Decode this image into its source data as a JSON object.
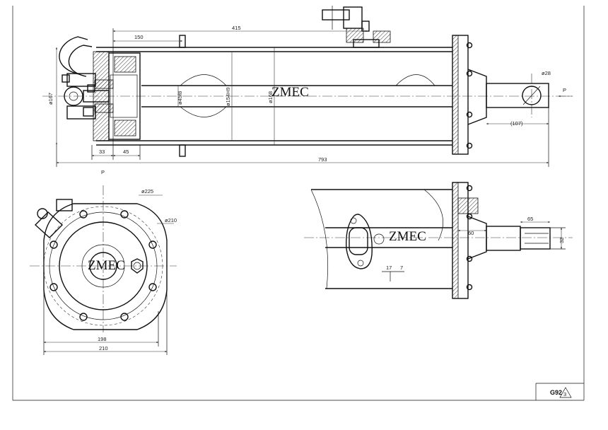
{
  "watermarks": {
    "main": "ZMEC",
    "side": "ZMEC",
    "end": "ZMEC"
  },
  "dimensions": {
    "d150": "150",
    "d415": "415",
    "d167": "ø167",
    "d45f8": "ø45f8",
    "d154h9": "ø154H9",
    "d168": "ø168",
    "d28": "ø28",
    "port_p": "P",
    "d107": "(107)",
    "d33": "33",
    "d45": "45",
    "d793": "793",
    "end_p": "P",
    "d225": "ø225",
    "d210_circle": "ø210",
    "d198": "198",
    "d210": "210",
    "d65": "65",
    "d60": "60",
    "d32": "32",
    "d17": "17",
    "d7": "7"
  },
  "title_block": {
    "code": "G92",
    "mark": "3"
  }
}
